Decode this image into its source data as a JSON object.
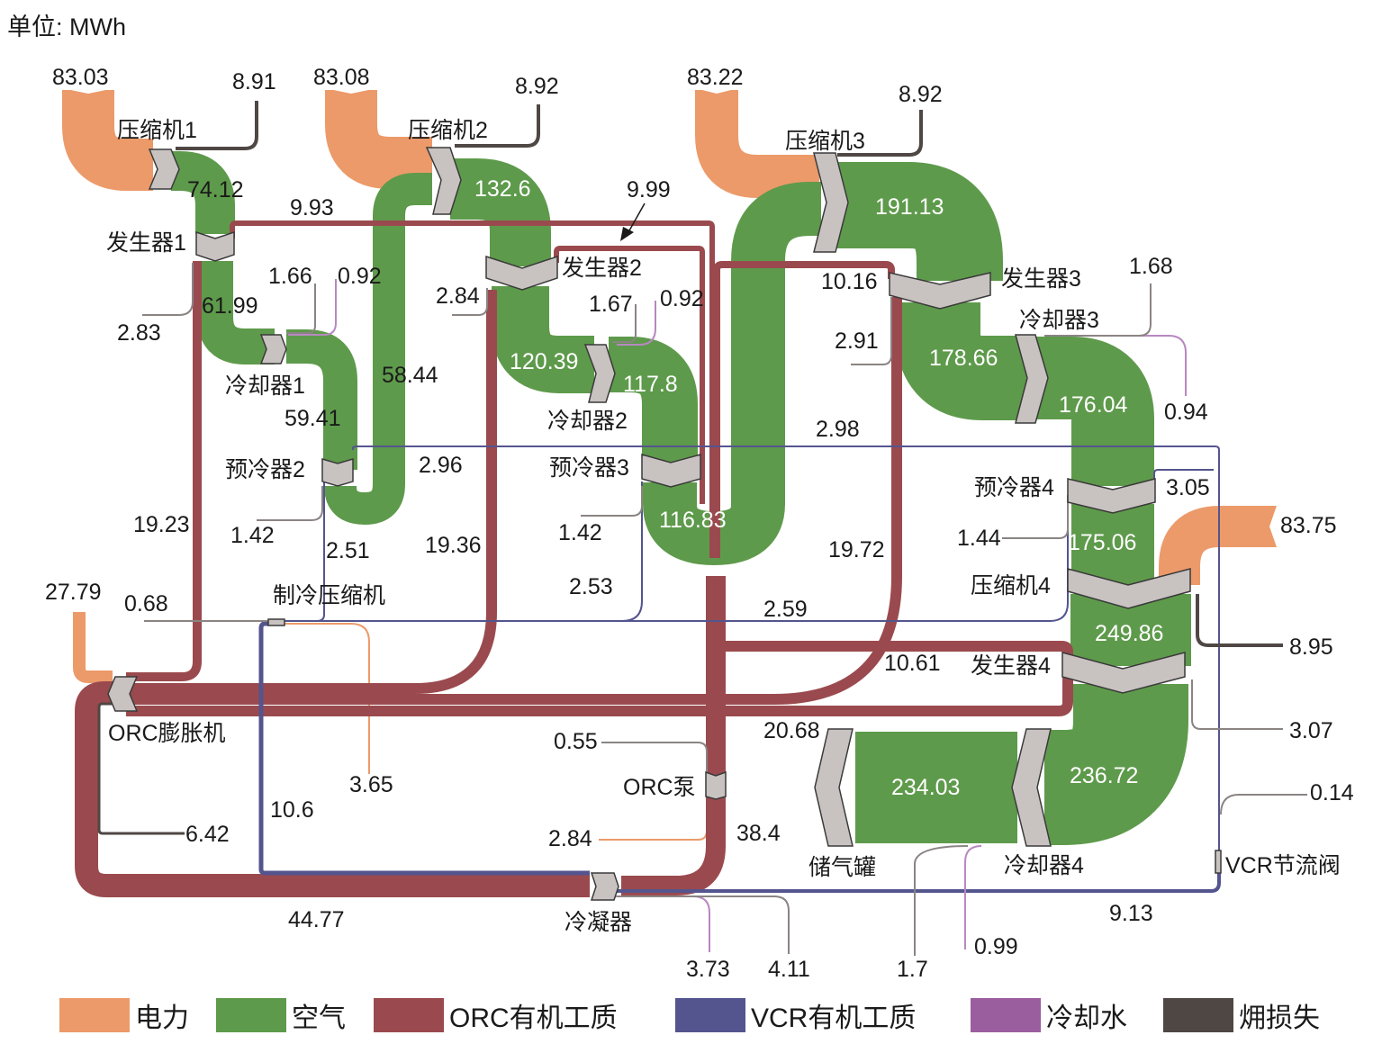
{
  "unit_label": "单位: MWh",
  "colors": {
    "electricity": "#EC9A6A",
    "air": "#5E9A4B",
    "orc": "#9A4A4E",
    "vcr": "#54548F",
    "cooling_water": "#9A5E9E",
    "exergy_loss": "#4F4744",
    "node": "#C8C3C1"
  },
  "nodes": {
    "compressor1": "压缩机1",
    "compressor2": "压缩机2",
    "compressor3": "压缩机3",
    "compressor4": "压缩机4",
    "generator1": "发生器1",
    "generator2": "发生器2",
    "generator3": "发生器3",
    "generator4": "发生器4",
    "cooler1": "冷却器1",
    "cooler2": "冷却器2",
    "cooler3": "冷却器3",
    "cooler4": "冷却器4",
    "precooler2": "预冷器2",
    "precooler3": "预冷器3",
    "precooler4": "预冷器4",
    "ref_compressor": "制冷压缩机",
    "orc_expander": "ORC膨胀机",
    "orc_pump": "ORC泵",
    "condenser": "冷凝器",
    "storage_tank": "储气罐",
    "vcr_valve": "VCR节流阀"
  },
  "flows": {
    "power_c1": "83.03",
    "loss_c1": "8.91",
    "air_c1_out": "74.12",
    "orc_g1_out": "9.93",
    "loss_g1": "2.83",
    "air_g1_out": "61.99",
    "loss_cl1": "1.66",
    "cw_cl1": "0.92",
    "air_cl1_out": "59.41",
    "loss_pc2": "1.42",
    "air_pc2_out": "58.44",
    "vcr_pc2": "2.96",
    "vcr_pc2_b": "2.51",
    "power_c2": "83.08",
    "loss_c2": "8.92",
    "air_c2_out": "132.6",
    "orc_g2_arrow": "9.99",
    "loss_g2": "2.84",
    "air_g2_out": "120.39",
    "loss_cl2": "1.67",
    "cw_cl2": "0.92",
    "air_cl2_out": "117.8",
    "loss_pc3": "1.42",
    "air_pc3_out": "116.83",
    "vcr_pc3": "2.53",
    "orc_g2_out": "19.36",
    "power_c3": "83.22",
    "loss_c3": "8.92",
    "air_c3_out": "191.13",
    "orc_g3_in": "10.16",
    "loss_g3": "2.91",
    "air_g3_out": "178.66",
    "loss_cl3": "1.68",
    "cw_cl3": "0.94",
    "air_cl3_out": "176.04",
    "vcr_top": "2.98",
    "orc_g3_out": "19.72",
    "vcr_pc4": "3.05",
    "loss_pc4": "1.44",
    "air_pc4_out": "175.06",
    "power_c4": "83.75",
    "air_c4_out": "249.86",
    "loss_c4": "8.95",
    "orc_g4": "10.61",
    "loss_g4": "3.07",
    "orc_g4_out": "20.68",
    "air_tank": "234.03",
    "air_cl4": "236.72",
    "loss_cl4": "1.7",
    "cw_cl4": "0.99",
    "vcr_valve_loss": "0.14",
    "vcr_bottom": "9.13",
    "orc_g1_down": "19.23",
    "power_exp": "27.79",
    "loss_refc": "0.68",
    "vcr_refc": "2.59",
    "power_refc_loss": "3.65",
    "vcr_left": "10.6",
    "loss_exp": "6.42",
    "orc_bottom": "44.77",
    "loss_pump": "0.55",
    "power_pump": "2.84",
    "orc_pump_out": "38.4",
    "cw_cond": "3.73",
    "loss_cond": "4.11"
  },
  "legend": [
    {
      "label": "电力",
      "key": "electricity"
    },
    {
      "label": "空气",
      "key": "air"
    },
    {
      "label": "ORC有机工质",
      "key": "orc"
    },
    {
      "label": "VCR有机工质",
      "key": "vcr"
    },
    {
      "label": "冷却水",
      "key": "cooling_water"
    },
    {
      "label": "㶲损失",
      "key": "exergy_loss"
    }
  ]
}
